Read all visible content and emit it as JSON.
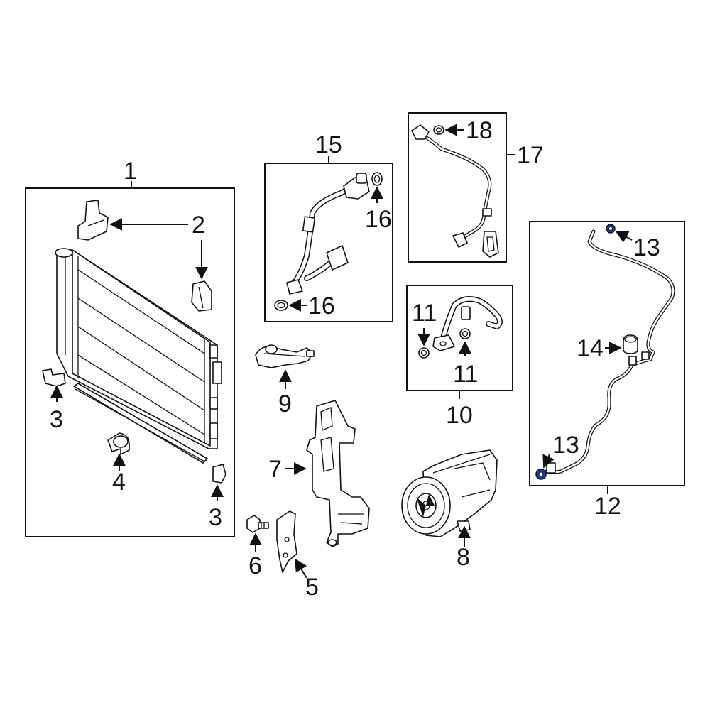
{
  "callouts": {
    "c1": "1",
    "c2": "2",
    "c3a": "3",
    "c3b": "3",
    "c4": "4",
    "c5": "5",
    "c6": "6",
    "c7": "7",
    "c8": "8",
    "c9": "9",
    "c10": "10",
    "c11a": "11",
    "c11b": "11",
    "c12": "12",
    "c13a": "13",
    "c13b": "13",
    "c14": "14",
    "c15": "15",
    "c16a": "16",
    "c16b": "16",
    "c17": "17",
    "c18": "18"
  },
  "colors": {
    "line": "#111111",
    "background": "#ffffff",
    "seal_highlight": "#1f3fa8"
  }
}
